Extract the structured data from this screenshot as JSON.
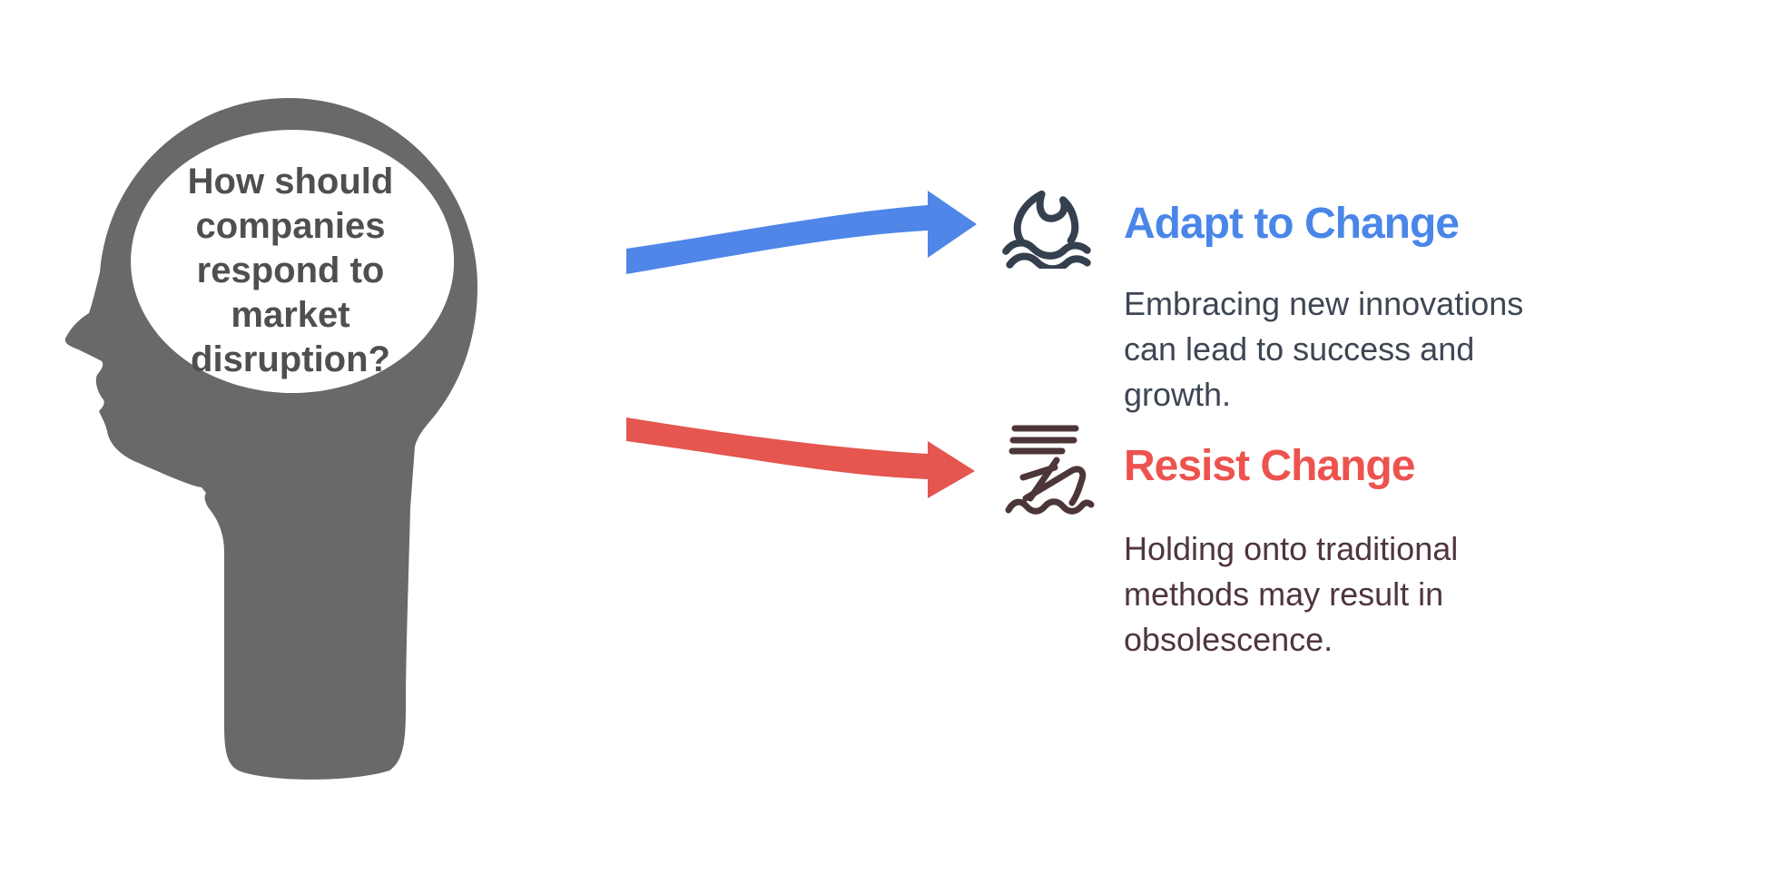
{
  "diagram": {
    "type": "question-with-two-outcomes",
    "question": "How should\ncompanies\nrespond to\nmarket\ndisruption?",
    "options": [
      {
        "id": "adapt",
        "title": "Adapt to Change",
        "description": "Embracing new innovations\ncan lead to success and\ngrowth.",
        "icon": "wave-icon",
        "accent_color": "#4a86e8",
        "body_text_color": "#3e4654",
        "icon_color": "#35404f",
        "arrow_color": "#4f86e8",
        "arrow_direction": "up-right"
      },
      {
        "id": "resist",
        "title": "Resist Change",
        "description": "Holding onto traditional\nmethods may result in\nobsolescence.",
        "icon": "sinking-ship-icon",
        "accent_color": "#ed534e",
        "body_text_color": "#4e363b",
        "icon_color": "#4c3638",
        "arrow_color": "#e4564f",
        "arrow_direction": "down-right"
      }
    ],
    "colors": {
      "head_silhouette": "#696969",
      "question_text": "#4f4f4f",
      "background": "#ffffff"
    }
  }
}
